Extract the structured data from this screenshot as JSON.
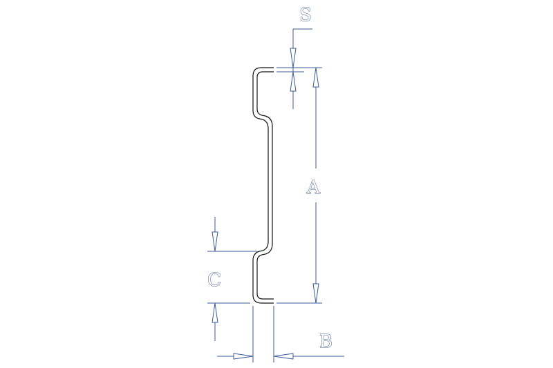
{
  "labels": {
    "s": "S",
    "a": "A",
    "b": "B",
    "c": "C"
  },
  "colors": {
    "dimension": "#3d5a99",
    "profile": "#111111",
    "background": "#ffffff"
  }
}
